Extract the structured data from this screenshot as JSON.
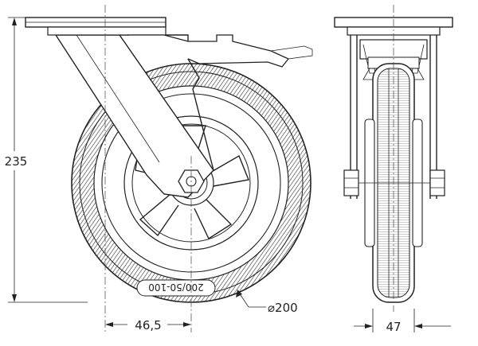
{
  "drawing": {
    "height_label": "235",
    "offset_label": "46,5",
    "width_label": "47",
    "diameter_label": "⌀200",
    "tire_label": "200/50-100"
  }
}
